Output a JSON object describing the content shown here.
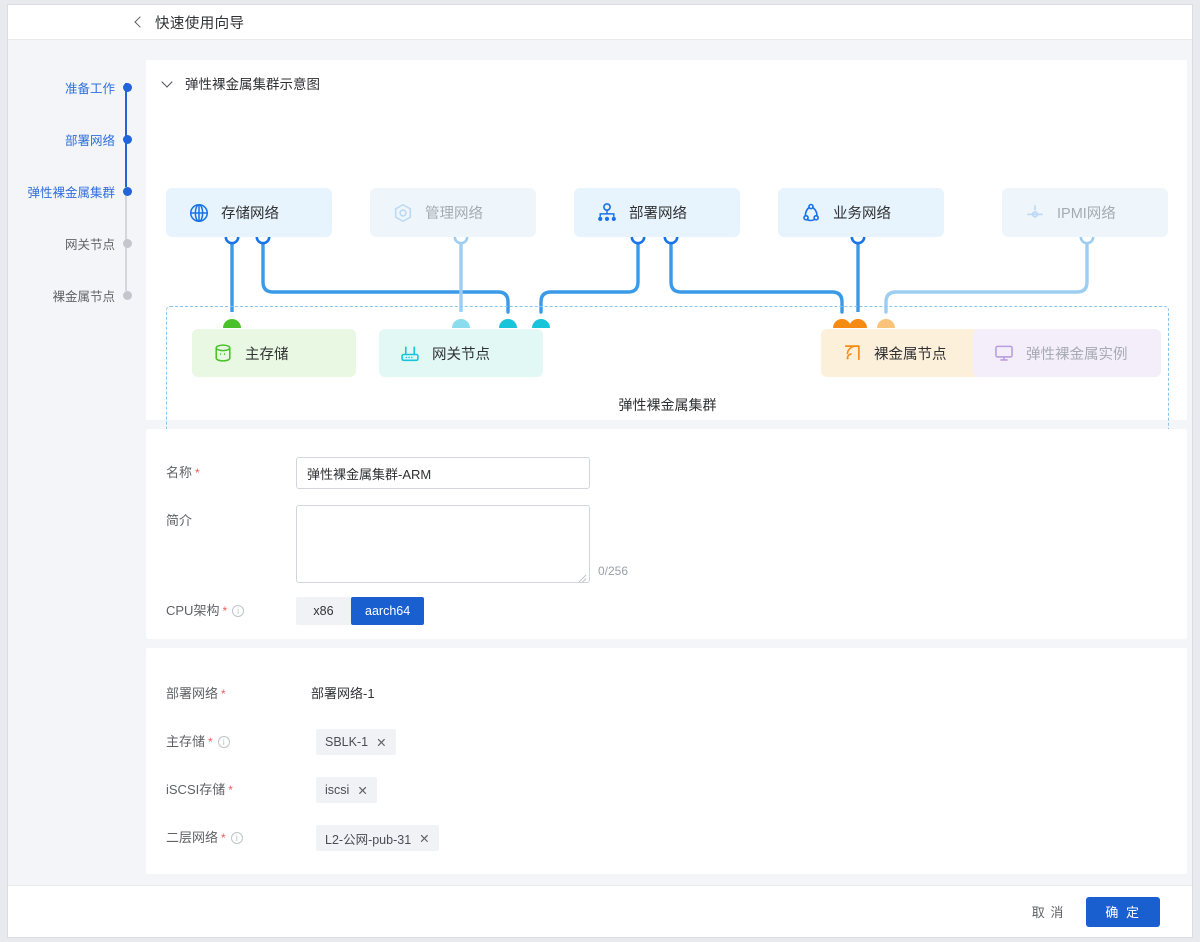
{
  "header": {
    "back_icon": "chevron-left-icon",
    "title": "快速使用向导"
  },
  "steps": [
    {
      "label": "准备工作",
      "state": "done"
    },
    {
      "label": "部署网络",
      "state": "done"
    },
    {
      "label": "弹性裸金属集群",
      "state": "current"
    },
    {
      "label": "网关节点",
      "state": "todo"
    },
    {
      "label": "裸金属节点",
      "state": "todo"
    }
  ],
  "diagram": {
    "collapse_title": "弹性裸金属集群示意图",
    "chevron_icon": "chevron-down-icon",
    "networks": [
      {
        "label": "存储网络",
        "icon": "globe-icon",
        "enabled": true
      },
      {
        "label": "管理网络",
        "icon": "hexagon-eye-icon",
        "enabled": false
      },
      {
        "label": "部署网络",
        "icon": "topology-icon",
        "enabled": true
      },
      {
        "label": "业务网络",
        "icon": "ring-nodes-icon",
        "enabled": true
      },
      {
        "label": "IPMI网络",
        "icon": "ipmi-icon",
        "enabled": false
      }
    ],
    "cluster_caption": "弹性裸金属集群",
    "nodes": [
      {
        "label": "主存储",
        "icon": "database-icon",
        "theme": "green"
      },
      {
        "label": "网关节点",
        "icon": "router-icon",
        "theme": "cyan"
      },
      {
        "label": "裸金属节点",
        "icon": "signal-icon",
        "theme": "orange"
      },
      {
        "label": "弹性裸金属实例",
        "icon": "monitor-icon",
        "theme": "purple"
      }
    ],
    "colors": {
      "wire_blue": "#3a9ae8",
      "wire_light": "#9ecdf2",
      "dashed_border": "#87c4ef",
      "green": "#49c12a",
      "cyan": "#17c4da",
      "cyan_light": "#8bdcec",
      "orange": "#f58b12",
      "orange_light": "#fbc37a"
    }
  },
  "basic_form": {
    "name": {
      "label": "名称",
      "required": true,
      "value": "弹性裸金属集群-ARM"
    },
    "description": {
      "label": "简介",
      "required": false,
      "value": "",
      "placeholder": "",
      "counter": "0/256"
    },
    "cpu_arch": {
      "label": "CPU架构",
      "required": true,
      "has_info": true,
      "options": [
        "x86",
        "aarch64"
      ],
      "selected": "aarch64"
    }
  },
  "network_form": {
    "deploy_network": {
      "label": "部署网络",
      "required": true,
      "value": "部署网络-1"
    },
    "primary_storage": {
      "label": "主存储",
      "required": true,
      "has_info": true,
      "tags": [
        "SBLK-1"
      ]
    },
    "iscsi_storage": {
      "label": "iSCSI存储",
      "required": true,
      "has_info": false,
      "tags": [
        "iscsi"
      ]
    },
    "l2_network": {
      "label": "二层网络",
      "required": true,
      "has_info": true,
      "tags": [
        "L2-公网-pub-31"
      ]
    },
    "tag_remove_icon": "close-x-icon"
  },
  "footer": {
    "cancel_label": "取 消",
    "confirm_label": "确 定",
    "accent": "#1a5fd0"
  }
}
